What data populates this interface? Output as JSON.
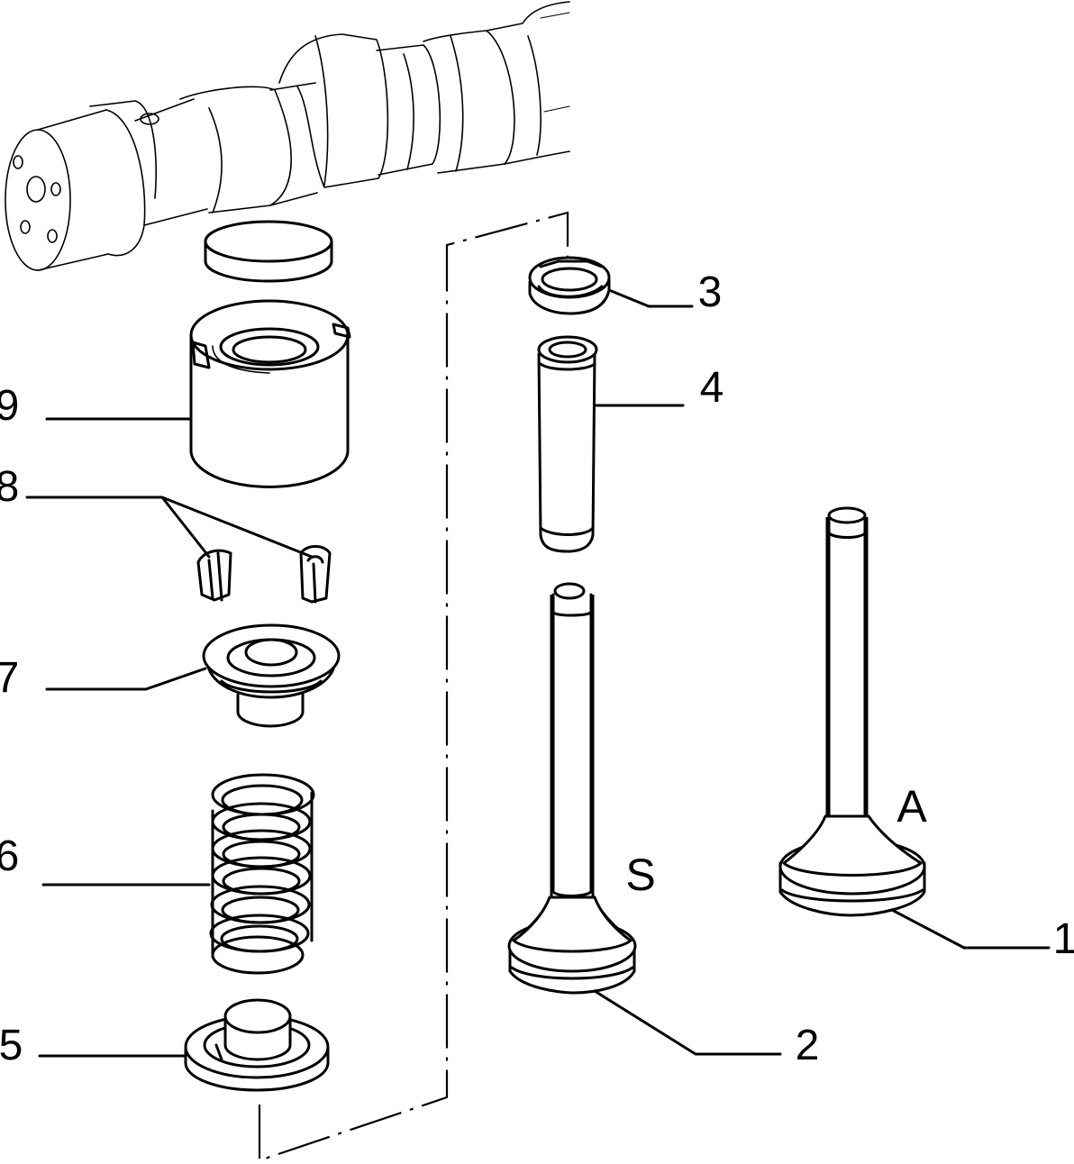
{
  "labels": {
    "part_1": "1",
    "part_2": "2",
    "part_3": "3",
    "part_4": "4",
    "part_5": "5",
    "part_6": "6",
    "part_7": "7",
    "part_8": "8",
    "part_9": "9",
    "intake": "A",
    "exhaust": "S"
  }
}
